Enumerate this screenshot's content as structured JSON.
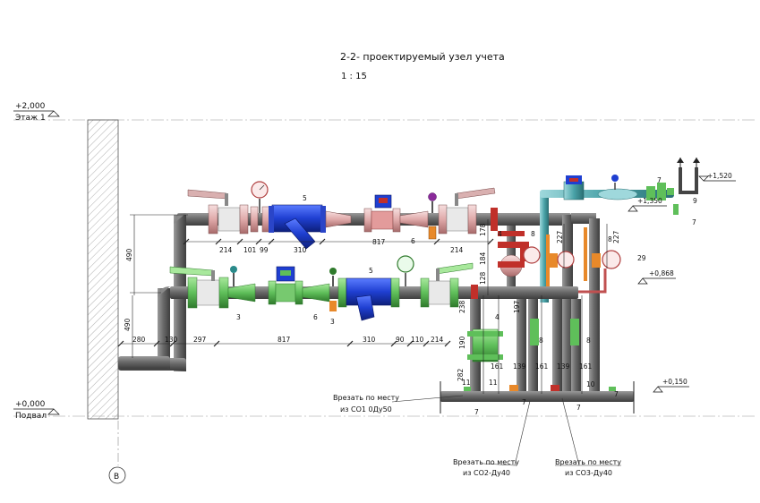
{
  "title": "2-2- проектируемый узел учета",
  "scale": "1 : 15",
  "levels": {
    "top_value": "+2,000",
    "top_name": "Этаж 1",
    "bottom_value": "+0,000",
    "bottom_name": "Подвал",
    "l_1520": "+1,520",
    "l_1350": "+1,350",
    "l_0868": "+0,868",
    "l_0150": "+0,150"
  },
  "axis_label": "В",
  "notes": {
    "n1_line1": "Врезать по месту",
    "n1_line2": "из СО1 0Ду50",
    "n2_line1": "Врезать по месту",
    "n2_line2": "из СО2-Ду40",
    "n3_line1": "Врезать по месту",
    "n3_line2": "из СО3-Ду40"
  },
  "dims": {
    "upper": [
      "214",
      "101",
      "99",
      "310",
      "817",
      "214"
    ],
    "lower": [
      "280",
      "130",
      "297",
      "817",
      "310",
      "90",
      "110",
      "214"
    ],
    "vertical": [
      "490",
      "490",
      "178",
      "184",
      "128",
      "238",
      "197",
      "190",
      "282",
      "161",
      "139",
      "161",
      "139",
      "161",
      "227",
      "227"
    ]
  },
  "callouts": {
    "c5a": "5",
    "c6a": "6",
    "c5b": "5",
    "c6b": "6",
    "c3a": "3",
    "c3b": "3",
    "c4a": "4",
    "c4b": "4",
    "c8a": "8",
    "c8b": "8",
    "c8c": "8",
    "c8d": "8",
    "c29": "29",
    "c7a": "7",
    "c7b": "7",
    "c7c": "7",
    "c7d": "7",
    "c7e": "7",
    "c7f": "7",
    "c9": "9",
    "c10": "10",
    "c11a": "11",
    "c11b": "11"
  },
  "colors": {
    "pipe_gray": "#6e6e6e",
    "pipe_green": "#5fbf5a",
    "pipe_teal": "#4aa3a8",
    "valve_blue": "#1f3fd1",
    "flange_pink": "#e8b8b8",
    "accent_red": "#c0302a",
    "accent_orange": "#e8892a"
  }
}
